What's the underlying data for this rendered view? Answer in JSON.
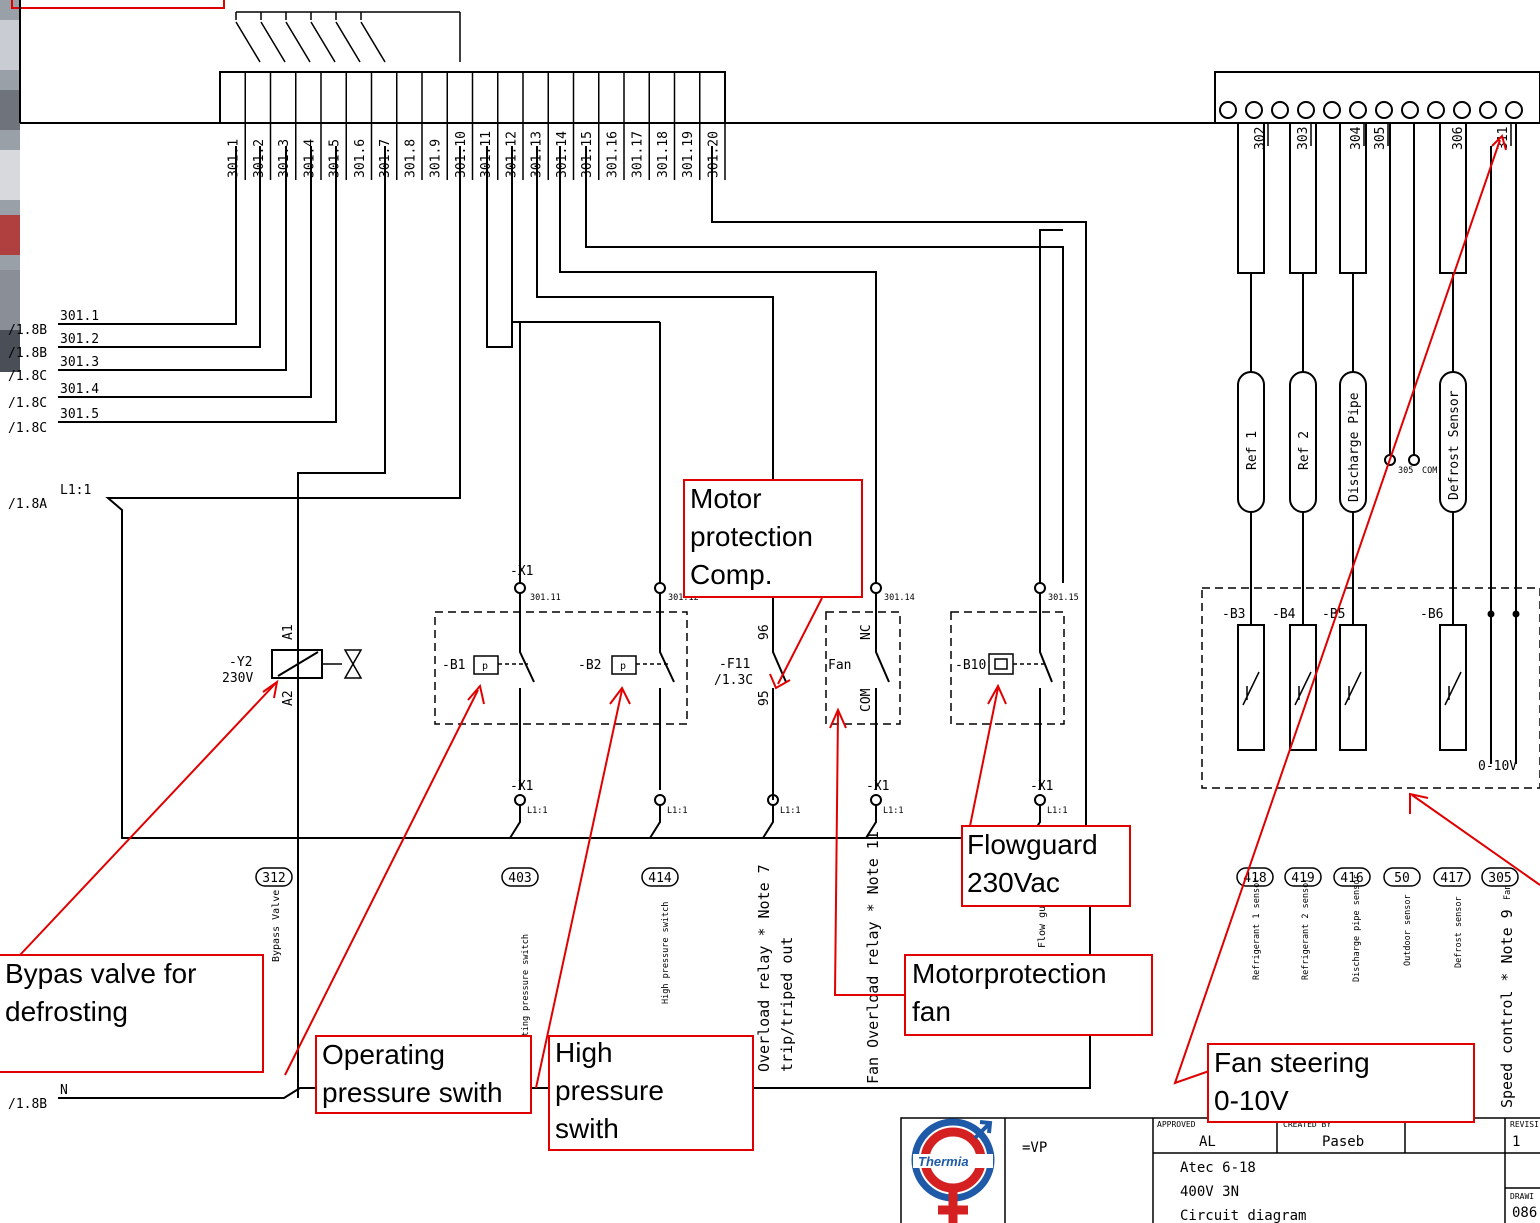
{
  "terminals": [
    "301.1",
    "301.2",
    "301.3",
    "301.4",
    "301.5",
    "301.6",
    "301.7",
    "301.8",
    "301.9",
    "301.10",
    "301.11",
    "301.12",
    "301.13",
    "301.14",
    "301.15",
    "301.16",
    "301.17",
    "301.18",
    "301.19",
    "301.20"
  ],
  "right_terminals": [
    "302",
    "303",
    "304",
    "305",
    "306",
    "311"
  ],
  "left_refs": [
    {
      "ref": "/1.8B",
      "wire": "301.1"
    },
    {
      "ref": "/1.8B",
      "wire": "301.2"
    },
    {
      "ref": "/1.8C",
      "wire": "301.3"
    },
    {
      "ref": "/1.8C",
      "wire": "301.4"
    },
    {
      "ref": "/1.8C",
      "wire": "301.5"
    },
    {
      "ref": "/1.8A",
      "wire": "L1:1"
    },
    {
      "ref": "/1.8B",
      "wire": "N"
    }
  ],
  "components": {
    "y2_name": "-Y2",
    "y2_volt": "230V",
    "a1": "A1",
    "a2": "A2",
    "x1": "-X1",
    "t11": "301.11",
    "t12": "301.12",
    "t14": "301.14",
    "t15": "301.15",
    "l11": "L1:1",
    "b1": "-B1",
    "b2": "-B2",
    "p": "p",
    "f11": "-F11",
    "f11_ref": "/1.3C",
    "n96": "96",
    "n95": "95",
    "nc": "NC",
    "fan": "Fan",
    "com": "COM",
    "b10": "-B10",
    "b3": "-B3",
    "b4": "-B4",
    "b5": "-B5",
    "b6": "-B6",
    "v010": "0-10V",
    "ref1": "Ref 1",
    "ref2": "Ref 2",
    "discharge": "Discharge Pipe",
    "defrost": "Defrost  Sensor",
    "r305": "305",
    "rcom": "COM"
  },
  "bubbles": [
    "312",
    "403",
    "414",
    "418",
    "419",
    "416",
    "50",
    "417",
    "305"
  ],
  "descriptions": {
    "bypass": "Bypass Valve",
    "op_switch": "Operating pressure switch",
    "hp_switch": "High pressure switch",
    "overload1": "Overload relay   * Note 7",
    "overload2": "trip/triped out",
    "fan_overload": "Fan Overload relay * Note 11",
    "flow": "Flow gu",
    "ref1": "Refrigerant 1 sensor",
    "ref2": "Refrigerant 2 sensor",
    "discharge": "Discharge pipe sensor",
    "outdoor": "Outdoor sensor",
    "defrost": "Defrost sensor",
    "speed": "Speed control * Note 9",
    "fan_small": "Fan"
  },
  "callouts": {
    "motor_comp": [
      "Motor",
      "protection",
      "Comp."
    ],
    "bypass": [
      "Bypas valve for",
      "defrosting"
    ],
    "motorprot_fan": [
      "Motorprotection",
      "fan"
    ],
    "flowguard": [
      "Flowguard",
      "230Vac"
    ],
    "op_pressure": [
      "Operating",
      "pressure swith"
    ],
    "high_pressure": [
      "High",
      "pressure",
      "swith"
    ],
    "fan_steering": [
      "Fan steering",
      "0-10V"
    ]
  },
  "title_block": {
    "location": "=VP",
    "approved_label": "APPROVED",
    "approved": "AL",
    "created_label": "CREATED BY",
    "created": "Paseb",
    "revision_label": "REVISI",
    "revision": "1",
    "line1": "Atec 6-18",
    "line2": "400V 3N",
    "line3": "Circuit diagram",
    "drawing_label": "DRAWI",
    "drawing": "086",
    "logo_text": "Thermia"
  },
  "colors": {
    "annotation": "#e00000",
    "line": "#000000",
    "logo_blue": "#1e5aa8",
    "logo_red": "#d42020"
  }
}
